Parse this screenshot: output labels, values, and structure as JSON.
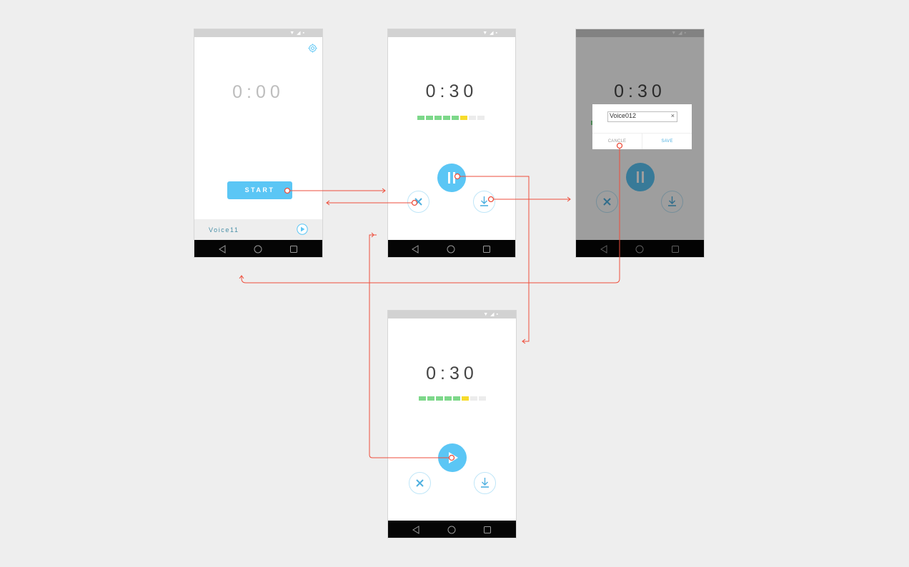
{
  "screens": {
    "home": {
      "timer": "0:00",
      "start_label": "START",
      "last_recording": "Voice11"
    },
    "recording": {
      "timer": "0:30"
    },
    "save_dialog": {
      "timer": "0:30",
      "filename_value": "Voice012",
      "clear_glyph": "×",
      "cancel_label": "CANCLE",
      "save_label": "SAVE"
    },
    "paused": {
      "timer": "0:30"
    }
  },
  "level_meter": {
    "segments": [
      "green",
      "green",
      "green",
      "green",
      "green",
      "yellow",
      "empty",
      "empty"
    ]
  },
  "colors": {
    "accent": "#5bc6f5",
    "icon": "#4fb0e0",
    "meter_green": "#7dd88a",
    "meter_yellow": "#f7dc2c",
    "meter_empty": "#ececec",
    "flow_arrow": "#ee4e3c"
  },
  "icons": [
    "settings-icon",
    "play-icon",
    "pause-icon",
    "close-icon",
    "download-icon",
    "back-icon",
    "home-icon",
    "recents-icon"
  ]
}
